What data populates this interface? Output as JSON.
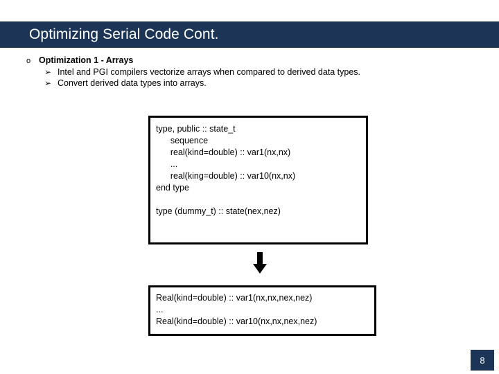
{
  "slide": {
    "title": "Optimizing Serial Code Cont.",
    "page_number": "8",
    "colors": {
      "title_bar": "#1C3557",
      "title_text": "#FFFFFF",
      "body_text": "#000000",
      "box_border": "#000000",
      "badge_bg": "#1C3557"
    }
  },
  "bullets": [
    {
      "level": 1,
      "marker": "o",
      "text": "Optimization 1 - Arrays"
    },
    {
      "level": 2,
      "marker": "➢",
      "text": "Intel and PGI compilers vectorize arrays when compared to derived data types."
    },
    {
      "level": 2,
      "marker": "➢",
      "text": "Convert derived data types into arrays."
    }
  ],
  "code_box_1": {
    "lines": [
      "type, public :: state_t",
      "      sequence",
      "      real(kind=double) :: var1(nx,nx)",
      "      ...",
      "      real(king=double) :: var10(nx,nx)",
      "end type",
      "",
      "type (dummy_t) :: state(nex,nez)"
    ]
  },
  "code_box_2": {
    "lines": [
      "Real(kind=double) :: var1(nx,nx,nex,nez)",
      "...",
      "Real(kind=double) :: var10(nx,nx,nex,nez)"
    ]
  },
  "arrow": {
    "icon": "down-block-arrow-icon",
    "direction": "down"
  }
}
